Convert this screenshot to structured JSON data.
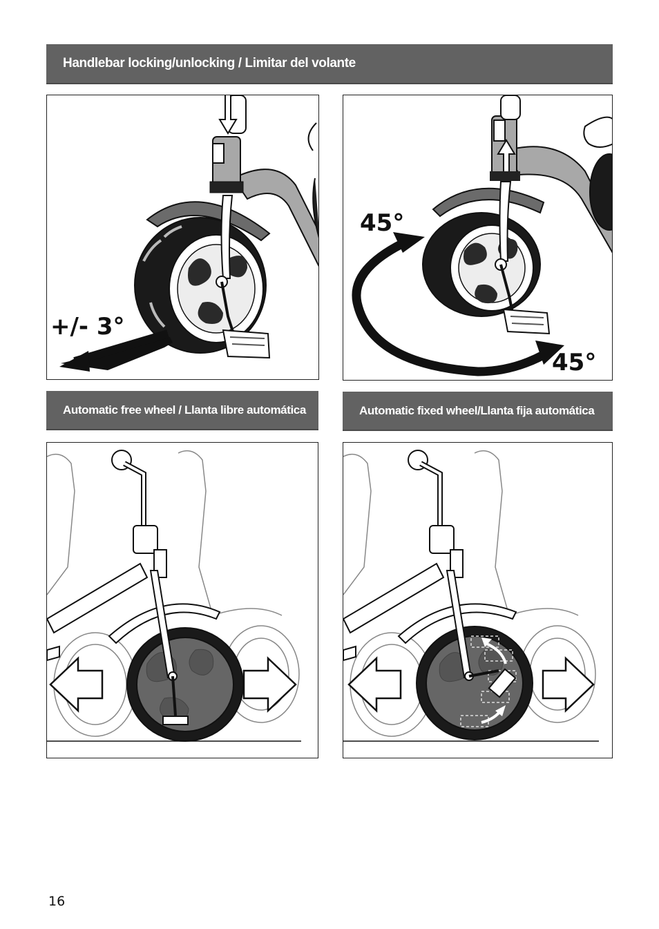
{
  "header": {
    "title": "Handlebar locking/unlocking / Limitar del volante"
  },
  "sections": [
    {
      "title": "Automatic free wheel / Llanta libre automática"
    },
    {
      "title": "Automatic fixed wheel/Llanta fija automática"
    }
  ],
  "panels": {
    "locked": {
      "angle_label": "+/- 3°",
      "icon": "arrow-icon"
    },
    "unlocked": {
      "angle_label_top": "45°",
      "angle_label_bottom": "45°",
      "icon": "curved-arrow-icon"
    },
    "free_wheel": {
      "icon": "double-arrow-icon"
    },
    "fixed_wheel": {
      "icon": "double-arrow-icon"
    }
  },
  "footer": {
    "page_number": "16"
  },
  "colors": {
    "banner": "#626262",
    "fender": "#6b6b6b",
    "frame": "#a8a8a8",
    "tire": "#1a1a1a"
  }
}
